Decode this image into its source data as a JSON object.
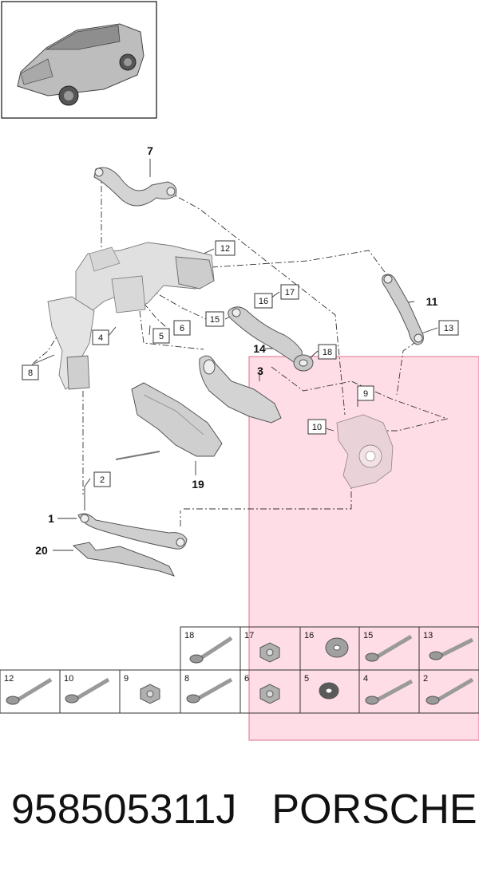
{
  "callouts": {
    "c1": "1",
    "c2": "2",
    "c3": "3",
    "c4": "4",
    "c5": "5",
    "c6": "6",
    "c7": "7",
    "c8": "8",
    "c9": "9",
    "c10": "10",
    "c11": "11",
    "c12": "12",
    "c13": "13",
    "c14": "14",
    "c15": "15",
    "c16": "16",
    "c17": "17",
    "c18": "18",
    "c19": "19",
    "c20": "20"
  },
  "hardware_table": {
    "top_row": [
      "18",
      "17",
      "16",
      "15",
      "13"
    ],
    "bottom_row": [
      "12",
      "10",
      "9",
      "8",
      "6",
      "5",
      "4",
      "2"
    ]
  },
  "footer": {
    "part_number": "958505311J",
    "brand": "PORSCHE"
  },
  "colors": {
    "highlight": "#ffdde6",
    "highlight_border": "#e0708a",
    "line": "#333333",
    "part_fill": "#dcdcdc"
  }
}
